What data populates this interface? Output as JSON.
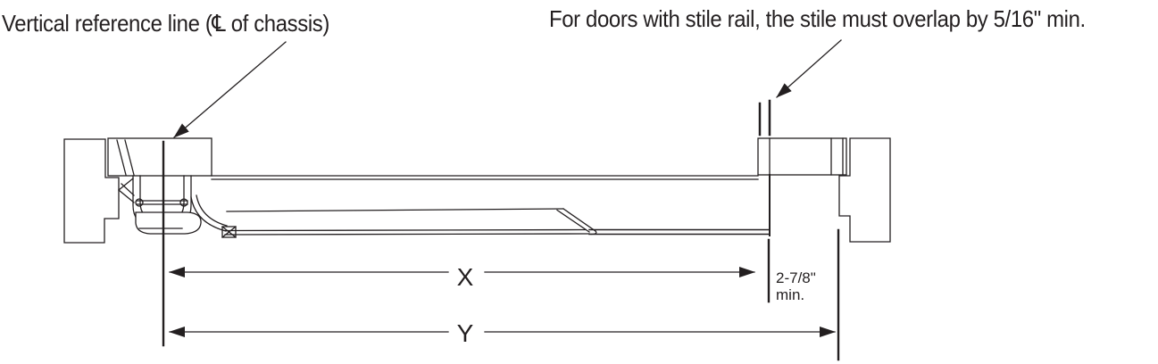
{
  "notes": {
    "vertical_reference": {
      "prefix": "Vertical reference line (",
      "centerline_symbol": "℄",
      "suffix": " of chassis)"
    },
    "stile_overlap": "For doors with stile rail, the stile must overlap by 5/16\" min."
  },
  "dimensions": {
    "x_label": "X",
    "y_label": "Y",
    "stile_offset_value": "2-7/8\"",
    "stile_offset_qualifier": "min."
  },
  "colors": {
    "ink": "#231f20",
    "background": "#ffffff"
  }
}
